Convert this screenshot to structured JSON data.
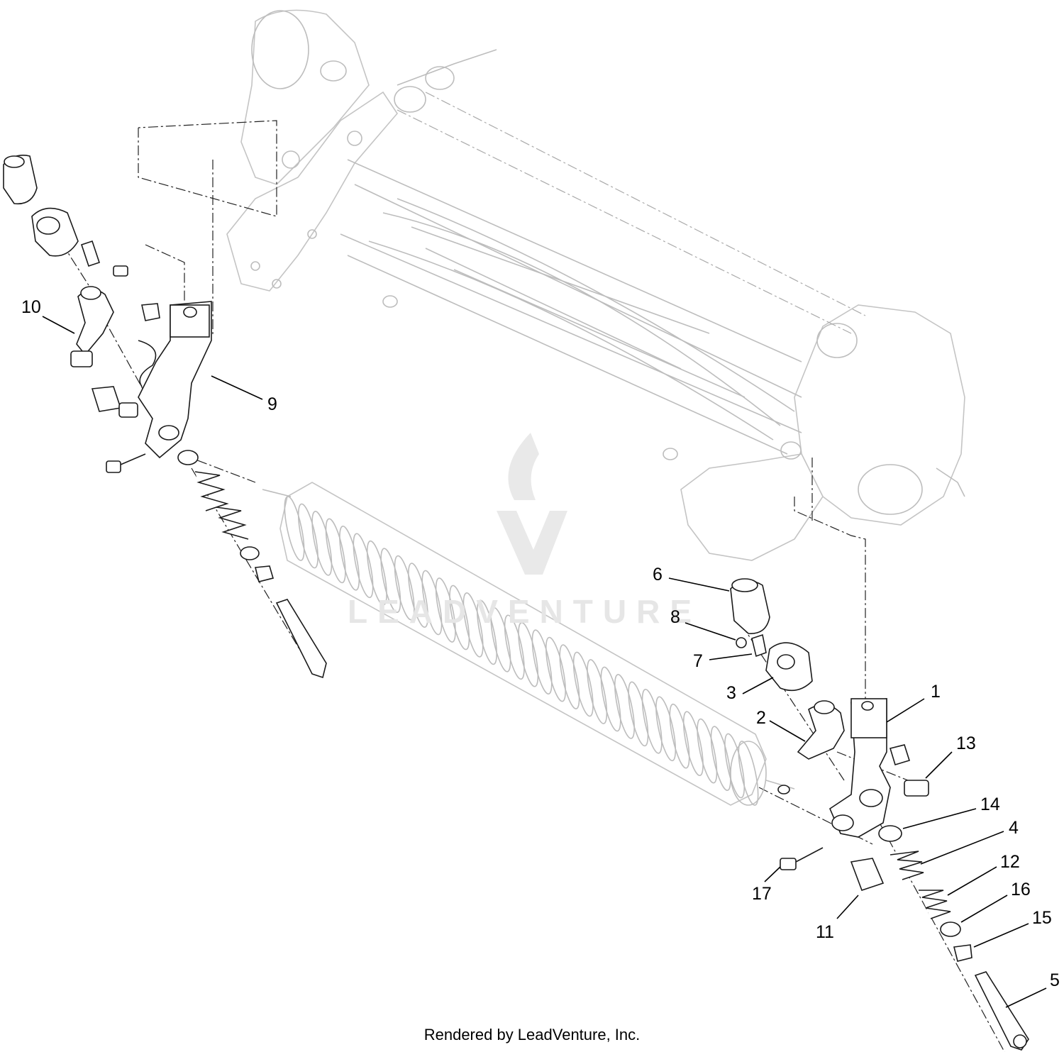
{
  "callouts": [
    {
      "label": "1"
    },
    {
      "label": "2"
    },
    {
      "label": "3"
    },
    {
      "label": "4"
    },
    {
      "label": "5"
    },
    {
      "label": "6"
    },
    {
      "label": "7"
    },
    {
      "label": "8"
    },
    {
      "label": "9"
    },
    {
      "label": "10"
    },
    {
      "label": "11"
    },
    {
      "label": "12"
    },
    {
      "label": "13"
    },
    {
      "label": "14"
    },
    {
      "label": "15"
    },
    {
      "label": "16"
    },
    {
      "label": "17"
    }
  ],
  "watermark": {
    "text": "LEADVENTURE"
  },
  "footer": {
    "text": "Rendered by LeadVenture, Inc."
  }
}
